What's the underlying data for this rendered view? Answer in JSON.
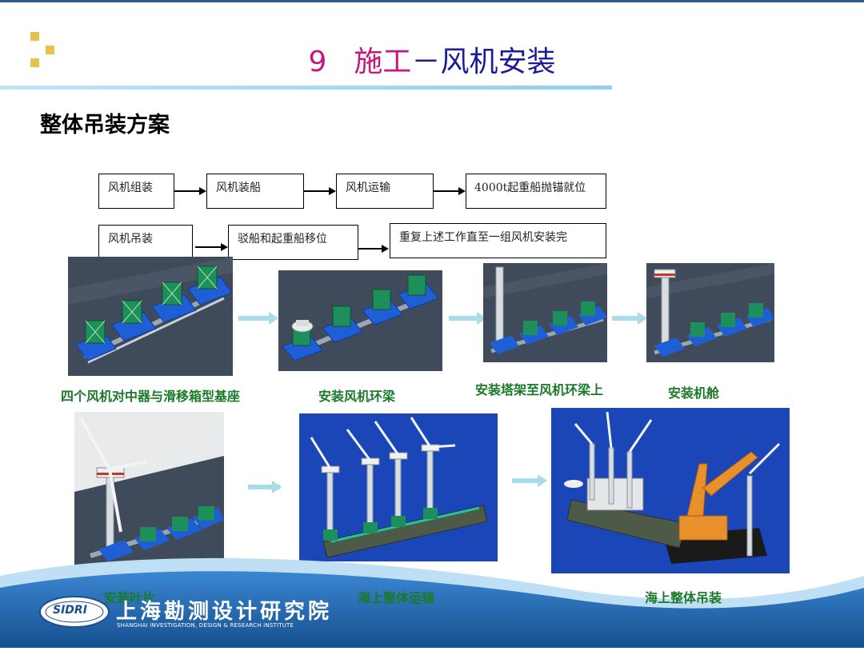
{
  "slide": {
    "number": "9",
    "title_part1": "施工",
    "title_dash": "－",
    "title_part2": "风机安装",
    "subtitle": "整体吊装方案"
  },
  "flow": {
    "row1": [
      "风机组装",
      "风机装船",
      "风机运输",
      "4000t起重船抛锚就位"
    ],
    "row2": [
      "风机吊装",
      "驳船和起重船移位",
      "重复上述工作直至一组风机安装完"
    ]
  },
  "images": [
    {
      "name": "bases-image",
      "caption": "四个风机对中器与滑移箱型基座"
    },
    {
      "name": "ring-beam-image",
      "caption": "安装风机环梁"
    },
    {
      "name": "tower-image",
      "caption": "安装塔架至风机环梁上"
    },
    {
      "name": "nacelle-image",
      "caption": "安装机舱"
    },
    {
      "name": "rotor-image",
      "caption": "安装叶片"
    },
    {
      "name": "transport-image",
      "caption": "海上整体运输"
    },
    {
      "name": "lifting-image",
      "caption": "海上整体吊装"
    }
  ],
  "footer": {
    "logo_badge": "SIDRI",
    "org_name": "上海勘测设计研究院",
    "org_name_en": "SHANGHAI INVESTIGATION, DESIGN & RESEARCH INSTITUTE"
  },
  "colors": {
    "title_magenta": "#c8177a",
    "title_blue": "#1c1c9a",
    "caption_green": "#1a7a2a",
    "footer_blue": "#1f62a8"
  }
}
